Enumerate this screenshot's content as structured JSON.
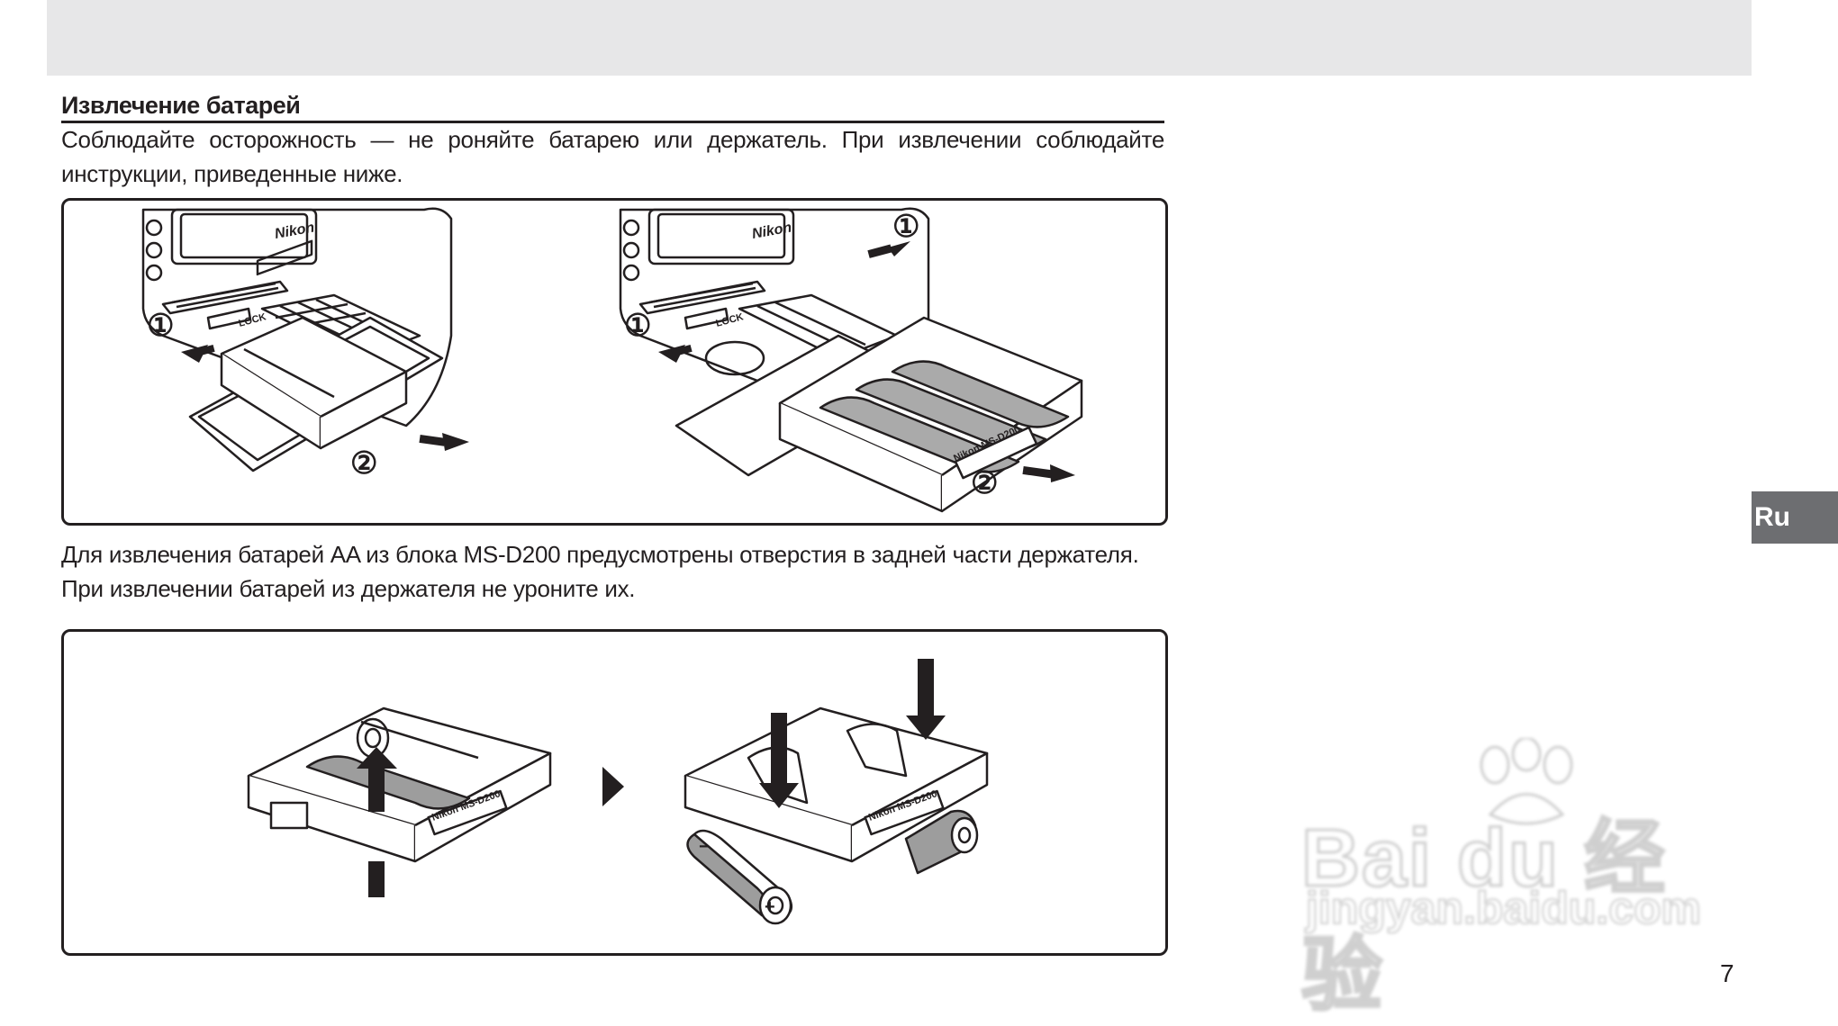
{
  "section": {
    "title": "Извлечение батарей",
    "intro": "Соблюдайте осторожность — не роняйте батарею или держатель. При извлечении соблюдайте инструкции, приведенные ниже.",
    "aa_note": "Для извлечения батарей AA из блока MS-D200 предусмотрены отверстия в задней части держателя. При извлечении батарей из держателя не уроните их."
  },
  "figure1": {
    "left_panel": {
      "camera_brand": "Nikon",
      "lock_label": "LOCK",
      "step1": "①",
      "step2": "②"
    },
    "right_panel": {
      "camera_brand": "Nikon",
      "lock_label": "LOCK",
      "holder_label": "Nikon MS-D200",
      "step1_top": "①",
      "step1_side": "①",
      "step2": "②"
    }
  },
  "figure2": {
    "holder_label_left": "Nikon MS-D200",
    "holder_label_right": "Nikon MS-D200",
    "battery_minus": "−",
    "battery_plus": "+"
  },
  "sidebar": {
    "language_tab": "Ru"
  },
  "footer": {
    "page_number": "7"
  },
  "watermark": {
    "brand": "Bai du 经验",
    "url": "jingyan.baidu.com"
  },
  "colors": {
    "band": "#e7e7e8",
    "text": "#231f20",
    "tab": "#6d6e71"
  }
}
